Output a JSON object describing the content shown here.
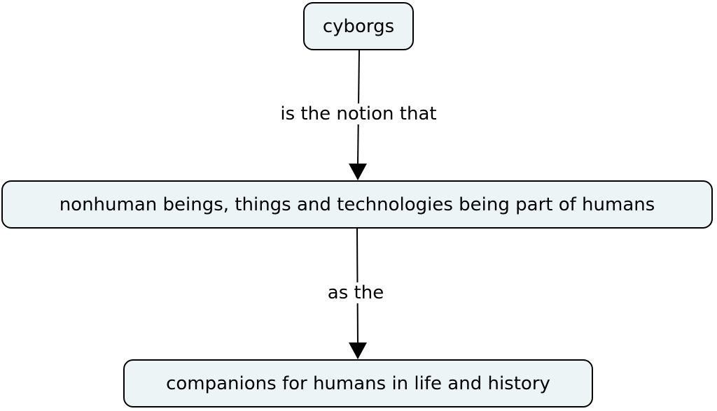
{
  "diagram": {
    "nodes": [
      {
        "id": "cyborgs",
        "label": "cyborgs"
      },
      {
        "id": "nonhuman",
        "label": "nonhuman beings, things and technologies being part of humans"
      },
      {
        "id": "companions",
        "label": "companions for humans in life and history"
      }
    ],
    "links": [
      {
        "from": "cyborgs",
        "to": "nonhuman",
        "label": "is the notion that"
      },
      {
        "from": "nonhuman",
        "to": "companions",
        "label": "as the"
      }
    ]
  },
  "colors": {
    "node_fill": "#edf4f5",
    "node_border": "#000000",
    "line": "#000000",
    "text": "#000000",
    "background": "#ffffff"
  }
}
